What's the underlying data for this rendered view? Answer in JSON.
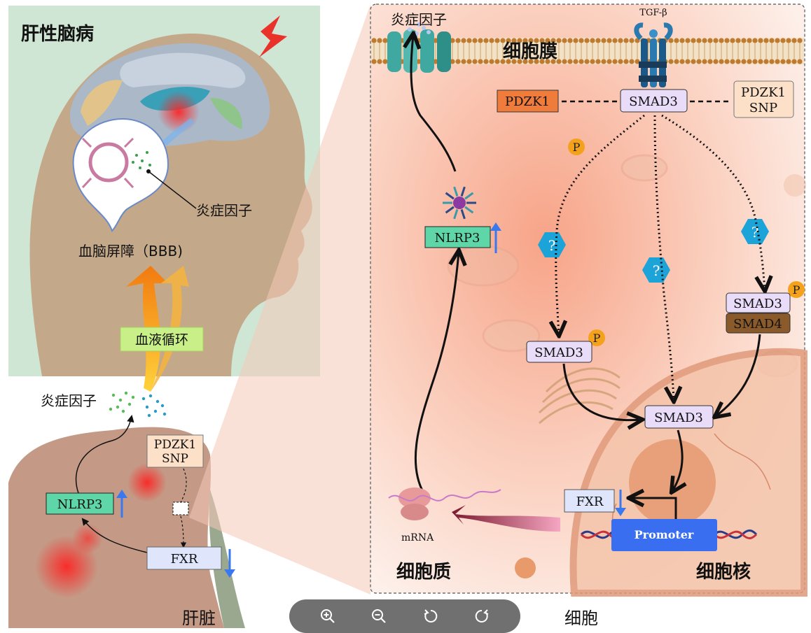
{
  "left_panel": {
    "title": "肝性脑病",
    "inflammatory_factor_brain": "炎症因子",
    "bbb_label": "血脑屏障（BBB)",
    "blood_circulation": "血液循环",
    "inflammatory_factor_liver": "炎症因子",
    "nlrp3": "NLRP3",
    "pdzk1_snp_line1": "PDZK1",
    "pdzk1_snp_line2": "SNP",
    "fxr": "FXR",
    "caption": "肝脏"
  },
  "cell_panel": {
    "inflammatory_factor": "炎症因子",
    "membrane": "细胞膜",
    "tgf_beta": "TGF-β",
    "pdzk1": "PDZK1",
    "smad3_top": "SMAD3",
    "pdzk1_snp_line1": "PDZK1",
    "pdzk1_snp_line2": "SNP",
    "p_mark": "P",
    "question_mark": "?",
    "nlrp3": "NLRP3",
    "smad3_left": "SMAD3",
    "smad3_right": "SMAD3",
    "smad4": "SMAD4",
    "smad3_center": "SMAD3",
    "fxr": "FXR",
    "promoter": "Promoter",
    "mrna": "mRNA",
    "cytoplasm": "细胞质",
    "nucleus": "细胞核",
    "caption": "细胞"
  },
  "toolbar": {
    "zoom_in": "zoom-in-icon",
    "zoom_out": "zoom-out-icon",
    "rotate_left": "rotate-left-icon",
    "rotate_right": "rotate-right-icon"
  },
  "colors": {
    "nlrp3": "#5fd6a8",
    "pdzk1": "#f07c3c",
    "pdzk1_snp": "#fde0c8",
    "smad3": "#e8dcf8",
    "smad4": "#8a5a2a",
    "fxr": "#dfe6fb",
    "question": "#1ca3d8",
    "phospho": "#f4a21c",
    "promoter": "#3a6ef0",
    "up_arrow": "#3a78f0",
    "down_arrow": "#3a78f0"
  }
}
